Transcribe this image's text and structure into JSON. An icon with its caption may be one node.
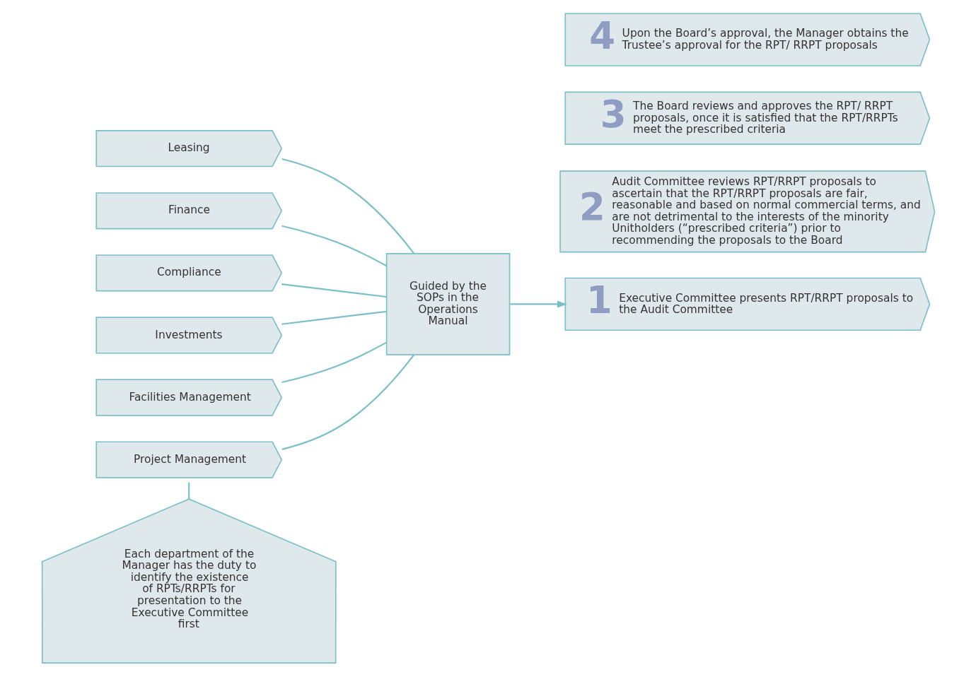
{
  "diagram": {
    "nodes": [
      {
        "text": [
          "Leasing"
        ]
      },
      {
        "text": [
          "Finance"
        ]
      },
      {
        "text": [
          "Compliance"
        ]
      },
      {
        "text": [
          "Investments"
        ]
      },
      {
        "text": [
          "Facilities Management"
        ]
      },
      {
        "text": [
          "Project Management"
        ]
      },
      {
        "text": [
          "Guided by the SOPs in the Operations Manual"
        ]
      },
      {
        "text": [
          "1",
          "Executive Committee presents RPT/RRPT proposals to the Audit Committee"
        ]
      },
      {
        "text": [
          "2",
          "Audit Committee reviews RPT/RRPT proposals to ascertain that the RPT/RRPT proposals are fair, reasonable and based on normal commercial terms, and are not detrimental to the interests of the minority Unitholders (“prescribed criteria”) prior to recommending the proposals to the Board"
        ]
      },
      {
        "text": [
          "3",
          "The Board reviews and approves the RPT/ RRPT proposals, once it is satisfied that the RPT/RRPTs meet the prescribed criteria"
        ]
      },
      {
        "text": [
          "4",
          "Upon the Board’s approval, the Manager obtains the Trustee’s approval for the RPT/ RRPT proposals"
        ]
      },
      {
        "text": [
          "Each department of the Manager has the duty to identify the existence of RPTs/RRPTs for presentation to the Executive Committee first"
        ]
      }
    ],
    "edges": [
      {
        "from": 0,
        "to": 6,
        "arrow": "none"
      },
      {
        "from": 1,
        "to": 6,
        "arrow": "none"
      },
      {
        "from": 2,
        "to": 6,
        "arrow": "none"
      },
      {
        "from": 3,
        "to": 6,
        "arrow": "none"
      },
      {
        "from": 4,
        "to": 6,
        "arrow": "none"
      },
      {
        "from": 5,
        "to": 6,
        "arrow": "none"
      },
      {
        "from": 6,
        "to": 7,
        "arrow": "to"
      },
      {
        "from": 5,
        "to": 11,
        "arrow": "none"
      }
    ]
  }
}
